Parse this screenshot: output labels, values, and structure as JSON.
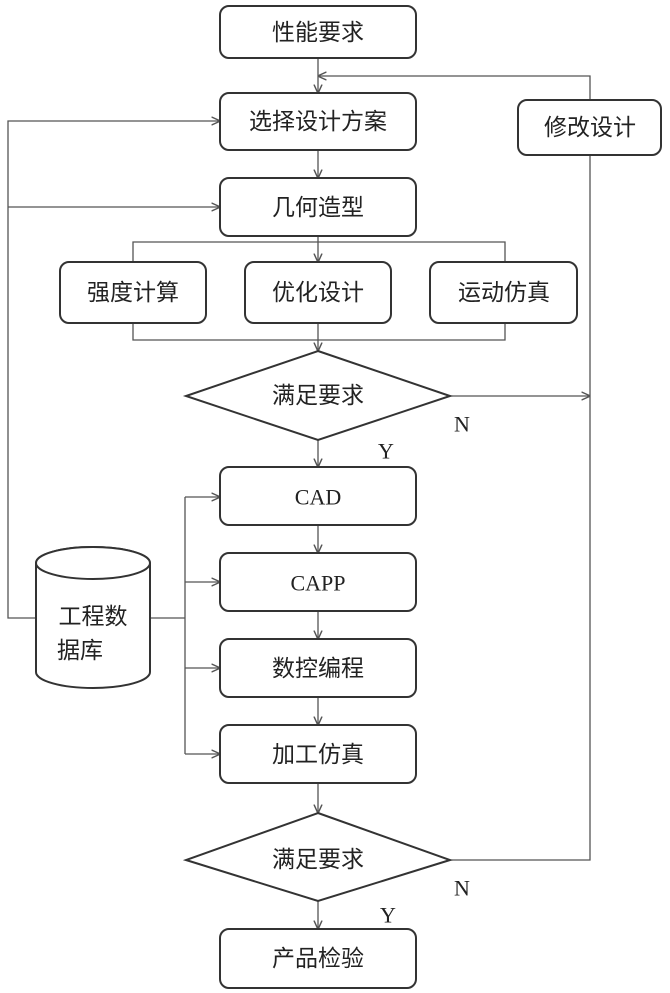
{
  "nodes": {
    "performance_req": "性能要求",
    "select_scheme": "选择设计方案",
    "modify_design": "修改设计",
    "geometric_model": "几何造型",
    "strength_calc": "强度计算",
    "optimize_design": "优化设计",
    "motion_sim": "运动仿真",
    "meet_req_1": "满足要求",
    "cad": "CAD",
    "capp": "CAPP",
    "nc_programming": "数控编程",
    "machining_sim": "加工仿真",
    "meet_req_2": "满足要求",
    "product_inspection": "产品检验",
    "database_line1": "工程数",
    "database_line2": "据库"
  },
  "labels": {
    "no_1": "N",
    "yes_1": "Y",
    "no_2": "N",
    "yes_2": "Y"
  },
  "colors": {
    "stroke": "#333333",
    "connector": "#555555",
    "text": "#222222",
    "background": "#ffffff"
  }
}
